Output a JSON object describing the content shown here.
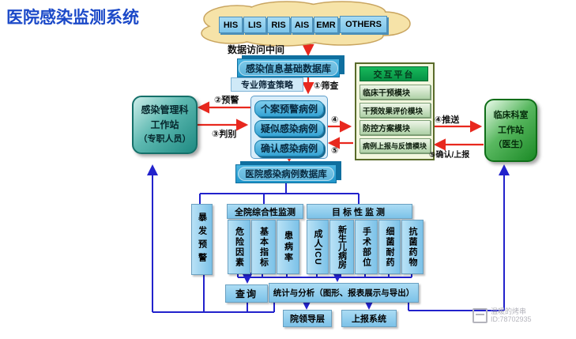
{
  "page": {
    "title": "医院感染监测系统",
    "watermark_line1": "温暖的烤串",
    "watermark_line2": "ID:78702935"
  },
  "colors": {
    "accent_blue": "#1b49c8",
    "wire_blue": "#2222cc",
    "arrow_red": "#e8281e",
    "box_blue": "#7cc4ea",
    "platform_green": "#079245",
    "station_teal": "#1e8a82",
    "station_green": "#1b8a26"
  },
  "cloud": {
    "systems": [
      "HIS",
      "LIS",
      "RIS",
      "AIS",
      "EMR",
      "OTHERS"
    ]
  },
  "flow": {
    "middleware_label": "数据访问中间",
    "base_db": "感染信息基础数据库",
    "screen_strategy": "专业筛查策略",
    "step1": "①筛查",
    "step2": "②预警",
    "step3": "③判别",
    "step4": "④",
    "step5": "⑤",
    "push": "④推送",
    "confirm": "⑤确认/上报",
    "cases": [
      "个案预警病例",
      "疑似感染病例",
      "确认感染病例"
    ],
    "case_db": "医院感染病例数据库"
  },
  "left_station": {
    "line1": "感染管理科",
    "line2": "工作站",
    "line3": "（专职人员）"
  },
  "right_station": {
    "line1": "临床科室",
    "line2": "工作站",
    "line3": "（医生）"
  },
  "platform": {
    "title": "交互平台",
    "modules": [
      "临床干预模块",
      "干预效果评价模块",
      "防控方案模块",
      "病例上报与反馈模块"
    ]
  },
  "monitor": {
    "outbreak": "暴发预警",
    "comprehensive_title": "全院综合性监测",
    "comprehensive_items": [
      "危险因素",
      "基本指标",
      "患病率"
    ],
    "targeted_title": "目标性监测",
    "targeted_items": [
      "成人ICU",
      "新生儿病房",
      "手术部位",
      "细菌耐药",
      "抗菌药物"
    ]
  },
  "bottom": {
    "query": "查询",
    "stats": "统计与分析（图形、报表展示与导出）",
    "leaders": "院领导层",
    "report": "上报系统"
  }
}
